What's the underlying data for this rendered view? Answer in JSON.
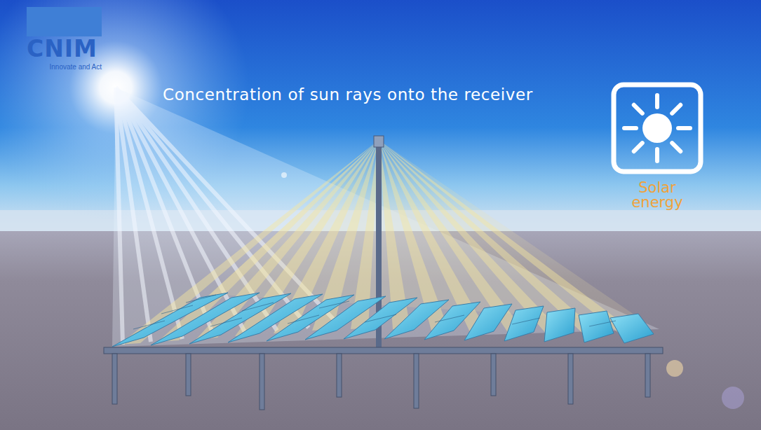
{
  "diagram": {
    "title": "Concentration of sun rays onto the receiver",
    "nodes": [
      {
        "text": [
          "Solar energy"
        ]
      }
    ],
    "labels": [
      "CNIM",
      "Innovate and Act"
    ]
  }
}
